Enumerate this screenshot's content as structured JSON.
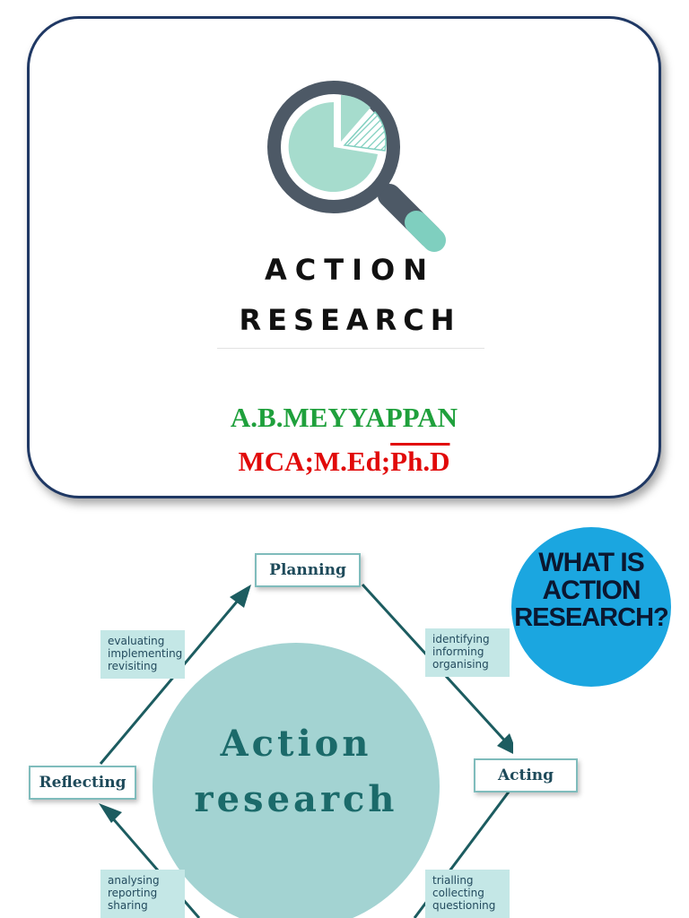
{
  "cover": {
    "logo_line1": "ACTION",
    "logo_line2": "RESEARCH",
    "author_name": "A.B.MEYYAPPAN",
    "qualifications_prefix": "MCA;M.Ed;",
    "qualifications_phd": "Ph.D"
  },
  "diagram": {
    "center_line1": "Action",
    "center_line2": "research",
    "stages": {
      "planning": "Planning",
      "acting": "Acting",
      "reflecting": "Reflecting"
    },
    "notes": {
      "planning_to_acting": [
        "identifying",
        "informing",
        "organising"
      ],
      "reflecting_to_planning": [
        "evaluating",
        "implementing",
        "revisiting"
      ],
      "acting_to_observing": [
        "trialling",
        "collecting",
        "questioning"
      ],
      "observing_to_reflecting": [
        "analysing",
        "reporting",
        "sharing"
      ]
    }
  },
  "badge": {
    "line1": "WHAT IS",
    "line2": "ACTION",
    "line3": "RESEARCH?"
  },
  "colors": {
    "card_border": "#1f3864",
    "author_green": "#1fa03c",
    "qualifications_red": "#e10a0a",
    "circle_teal": "#a3d3d2",
    "badge_blue": "#1ba6e0"
  }
}
